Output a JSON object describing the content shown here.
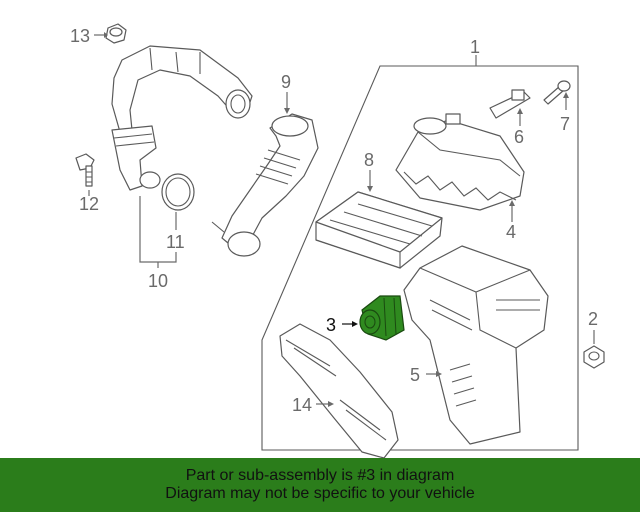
{
  "callouts": {
    "c1": "1",
    "c2": "2",
    "c3": "3",
    "c4": "4",
    "c5": "5",
    "c6": "6",
    "c7": "7",
    "c8": "8",
    "c9": "9",
    "c10": "10",
    "c11": "11",
    "c12": "12",
    "c13": "13",
    "c14": "14"
  },
  "colors": {
    "highlight_part": "#2f8a1f",
    "banner": "#2b7d1b",
    "line": "#5a5a5a"
  },
  "banner": {
    "line1": "Part or sub-assembly is #3 in diagram",
    "line2": "Diagram may not be specific to your vehicle"
  }
}
